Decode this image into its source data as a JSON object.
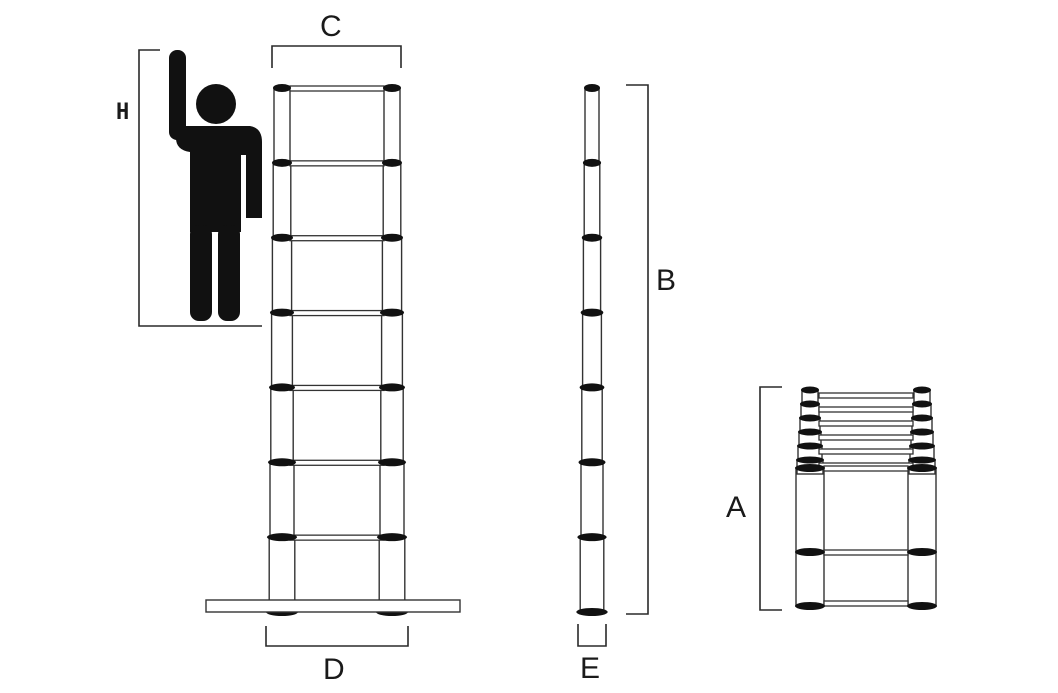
{
  "labels": {
    "height": "H",
    "top_width": "C",
    "extended_length": "B",
    "base_width": "D",
    "depth": "E",
    "retracted_length": "A"
  },
  "icons": {
    "person": "person-raised-arm-icon"
  },
  "colors": {
    "ink": "#111111",
    "line": "#333333",
    "background": "#ffffff"
  },
  "counts": {
    "extended_rungs": 8,
    "retracted_collars": 7
  }
}
